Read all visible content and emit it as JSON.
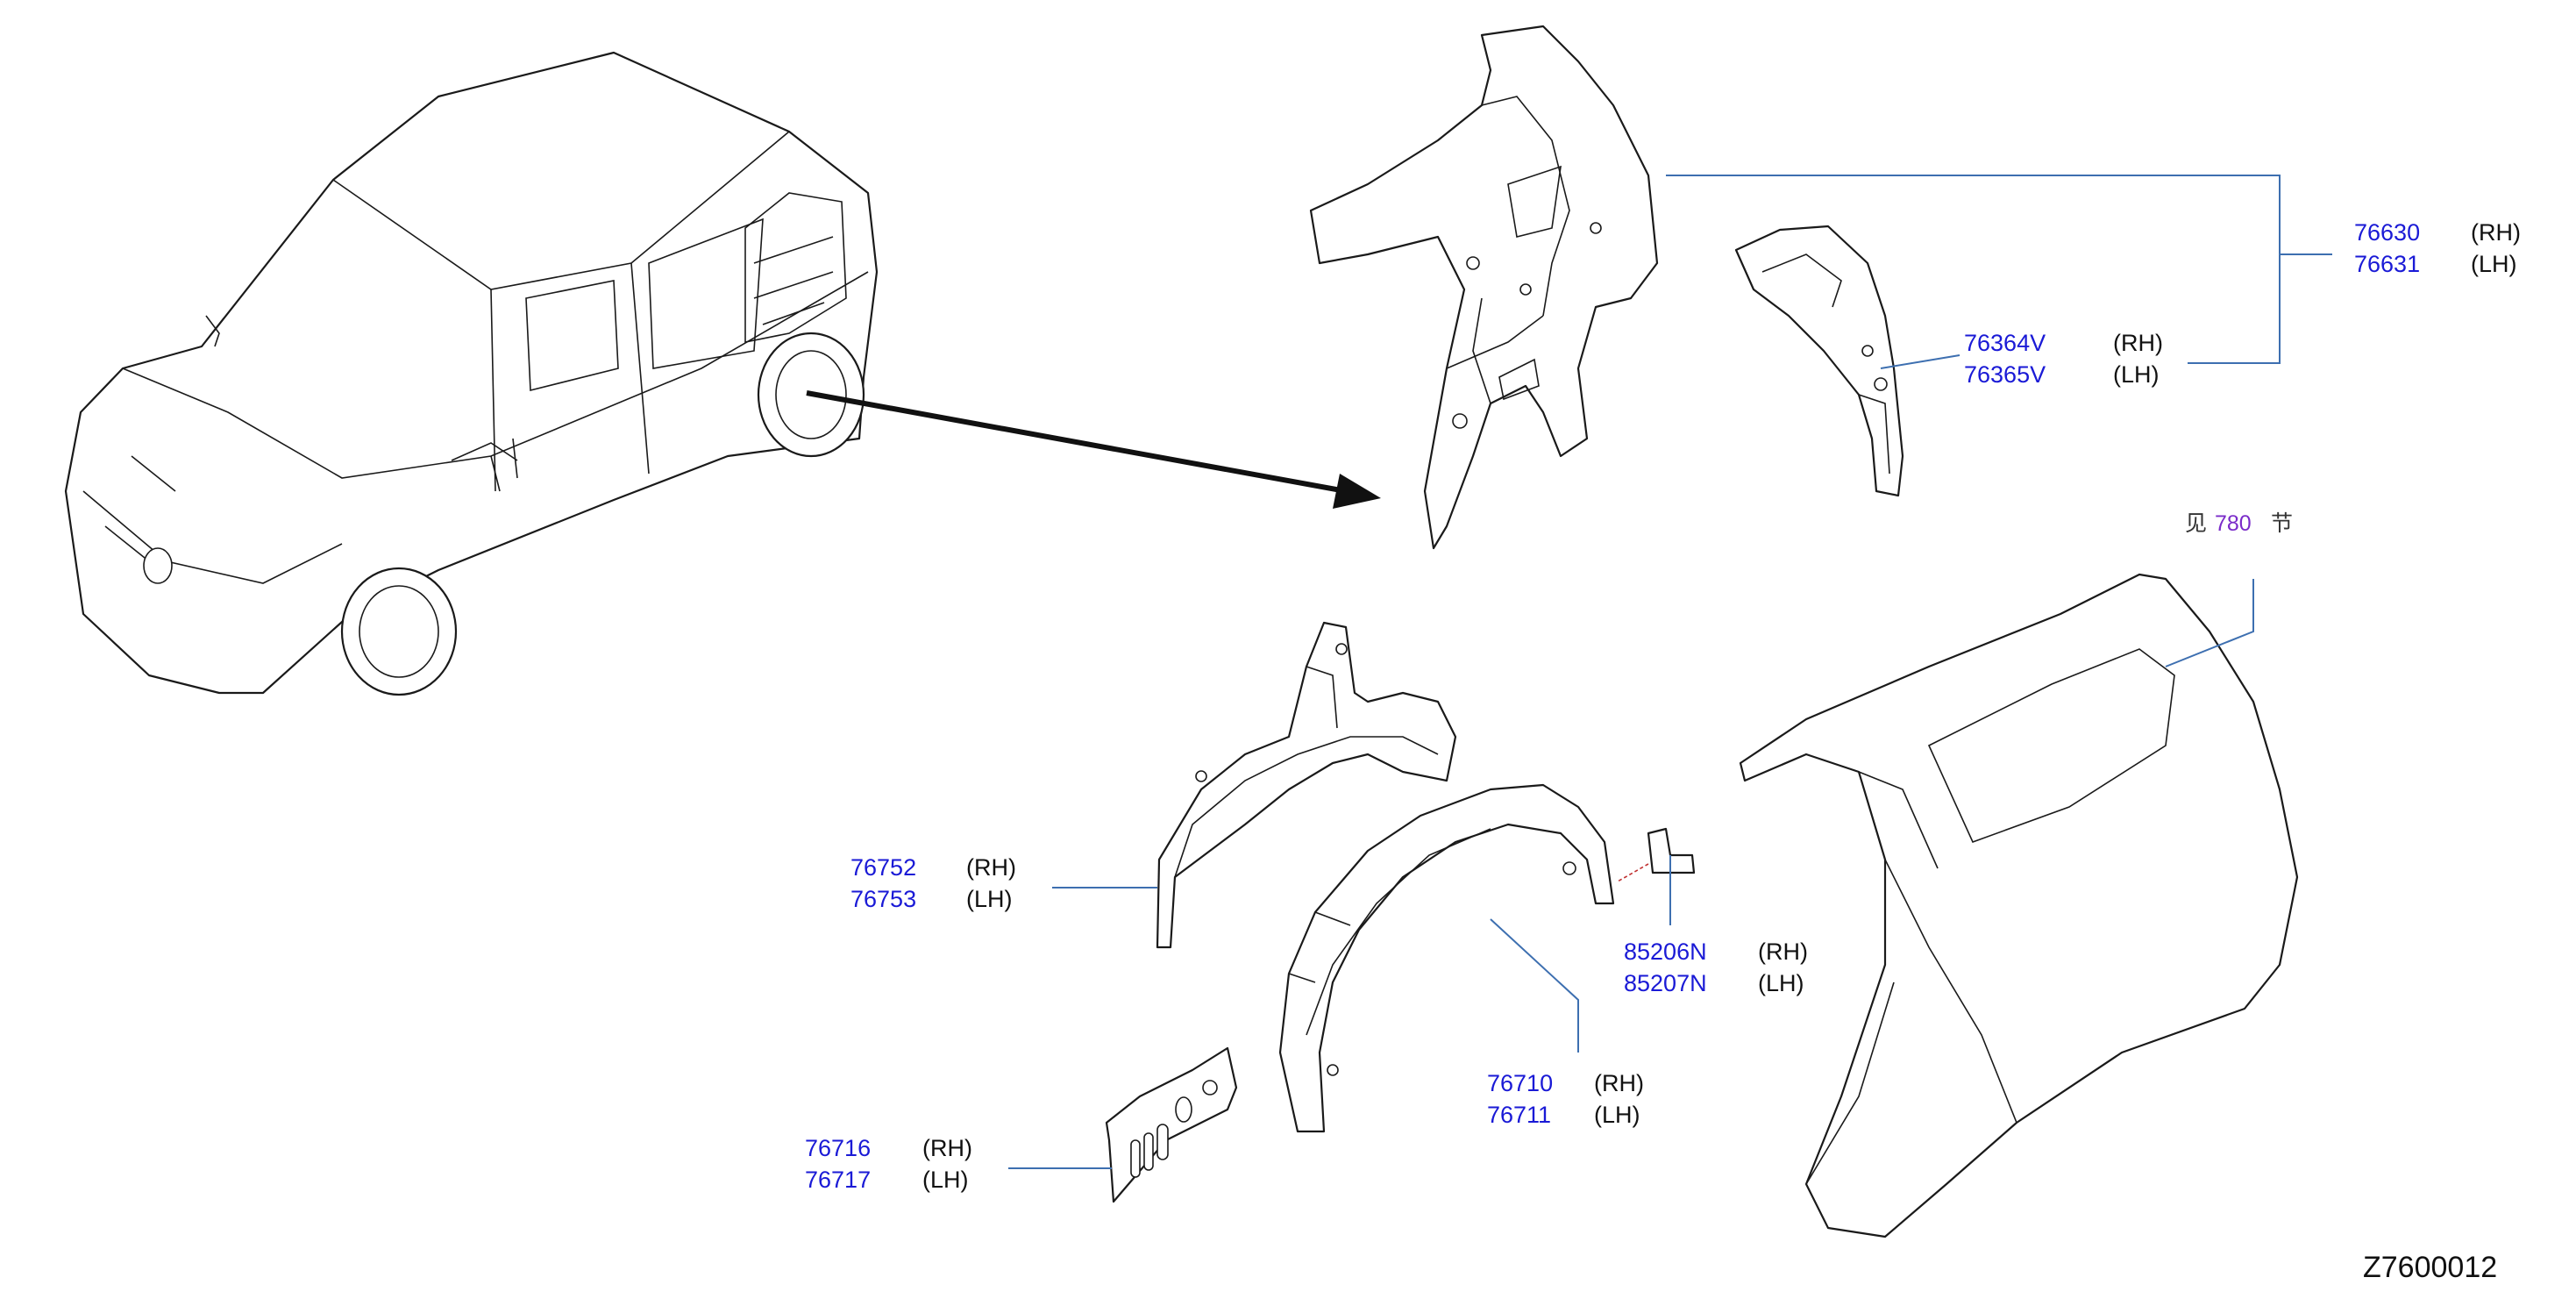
{
  "callouts": {
    "c76630": {
      "pn1": "76630",
      "side1": "(RH)",
      "pn2": "76631",
      "side2": "(LH)"
    },
    "c76364": {
      "pn1": "76364V",
      "side1": "(RH)",
      "pn2": "76365V",
      "side2": "(LH)"
    },
    "c76752": {
      "pn1": "76752",
      "side1": "(RH)",
      "pn2": "76753",
      "side2": "(LH)"
    },
    "c85206": {
      "pn1": "85206N",
      "side1": "(RH)",
      "pn2": "85207N",
      "side2": "(LH)"
    },
    "c76710": {
      "pn1": "76710",
      "side1": "(RH)",
      "pn2": "76711",
      "side2": "(LH)"
    },
    "c76716": {
      "pn1": "76716",
      "side1": "(RH)",
      "pn2": "76717",
      "side2": "(LH)"
    }
  },
  "reference": {
    "prefix": "见",
    "section": "780",
    "suffix": "节"
  },
  "diagram_code": "Z7600012",
  "colors": {
    "part_number": "#1a1ad6",
    "reference_number": "#7a2bc9",
    "leader": "#3d6fb0"
  }
}
